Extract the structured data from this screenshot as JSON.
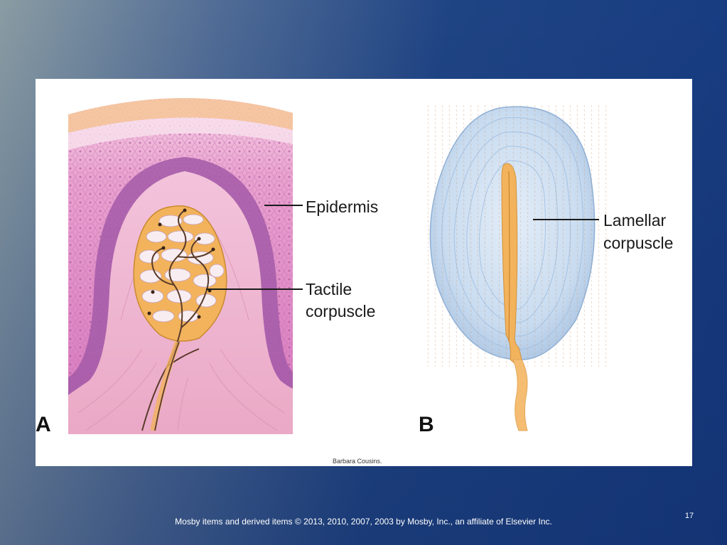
{
  "figure": {
    "panel_a": {
      "letter": "A",
      "labels": {
        "epidermis": "Epidermis",
        "tactile_line1": "Tactile",
        "tactile_line2": "corpuscle"
      }
    },
    "panel_b": {
      "letter": "B",
      "labels": {
        "lamellar_line1": "Lamellar",
        "lamellar_line2": "corpuscle"
      }
    },
    "credit": "Barbara Cousins."
  },
  "footer": {
    "copyright": "Mosby items and derived items © 2013, 2010, 2007, 2003 by Mosby, Inc., an affiliate of Elsevier Inc.",
    "slide_number": "17"
  },
  "colors": {
    "slide_bg": "#1f4484",
    "epidermis_pink": "#d77bbf",
    "basal_purple": "#a35aa8",
    "dermis_pink": "#f1b9d3",
    "corpuscle_orange": "#f2b35c",
    "lamellar_blue": "#c6d9ef"
  }
}
